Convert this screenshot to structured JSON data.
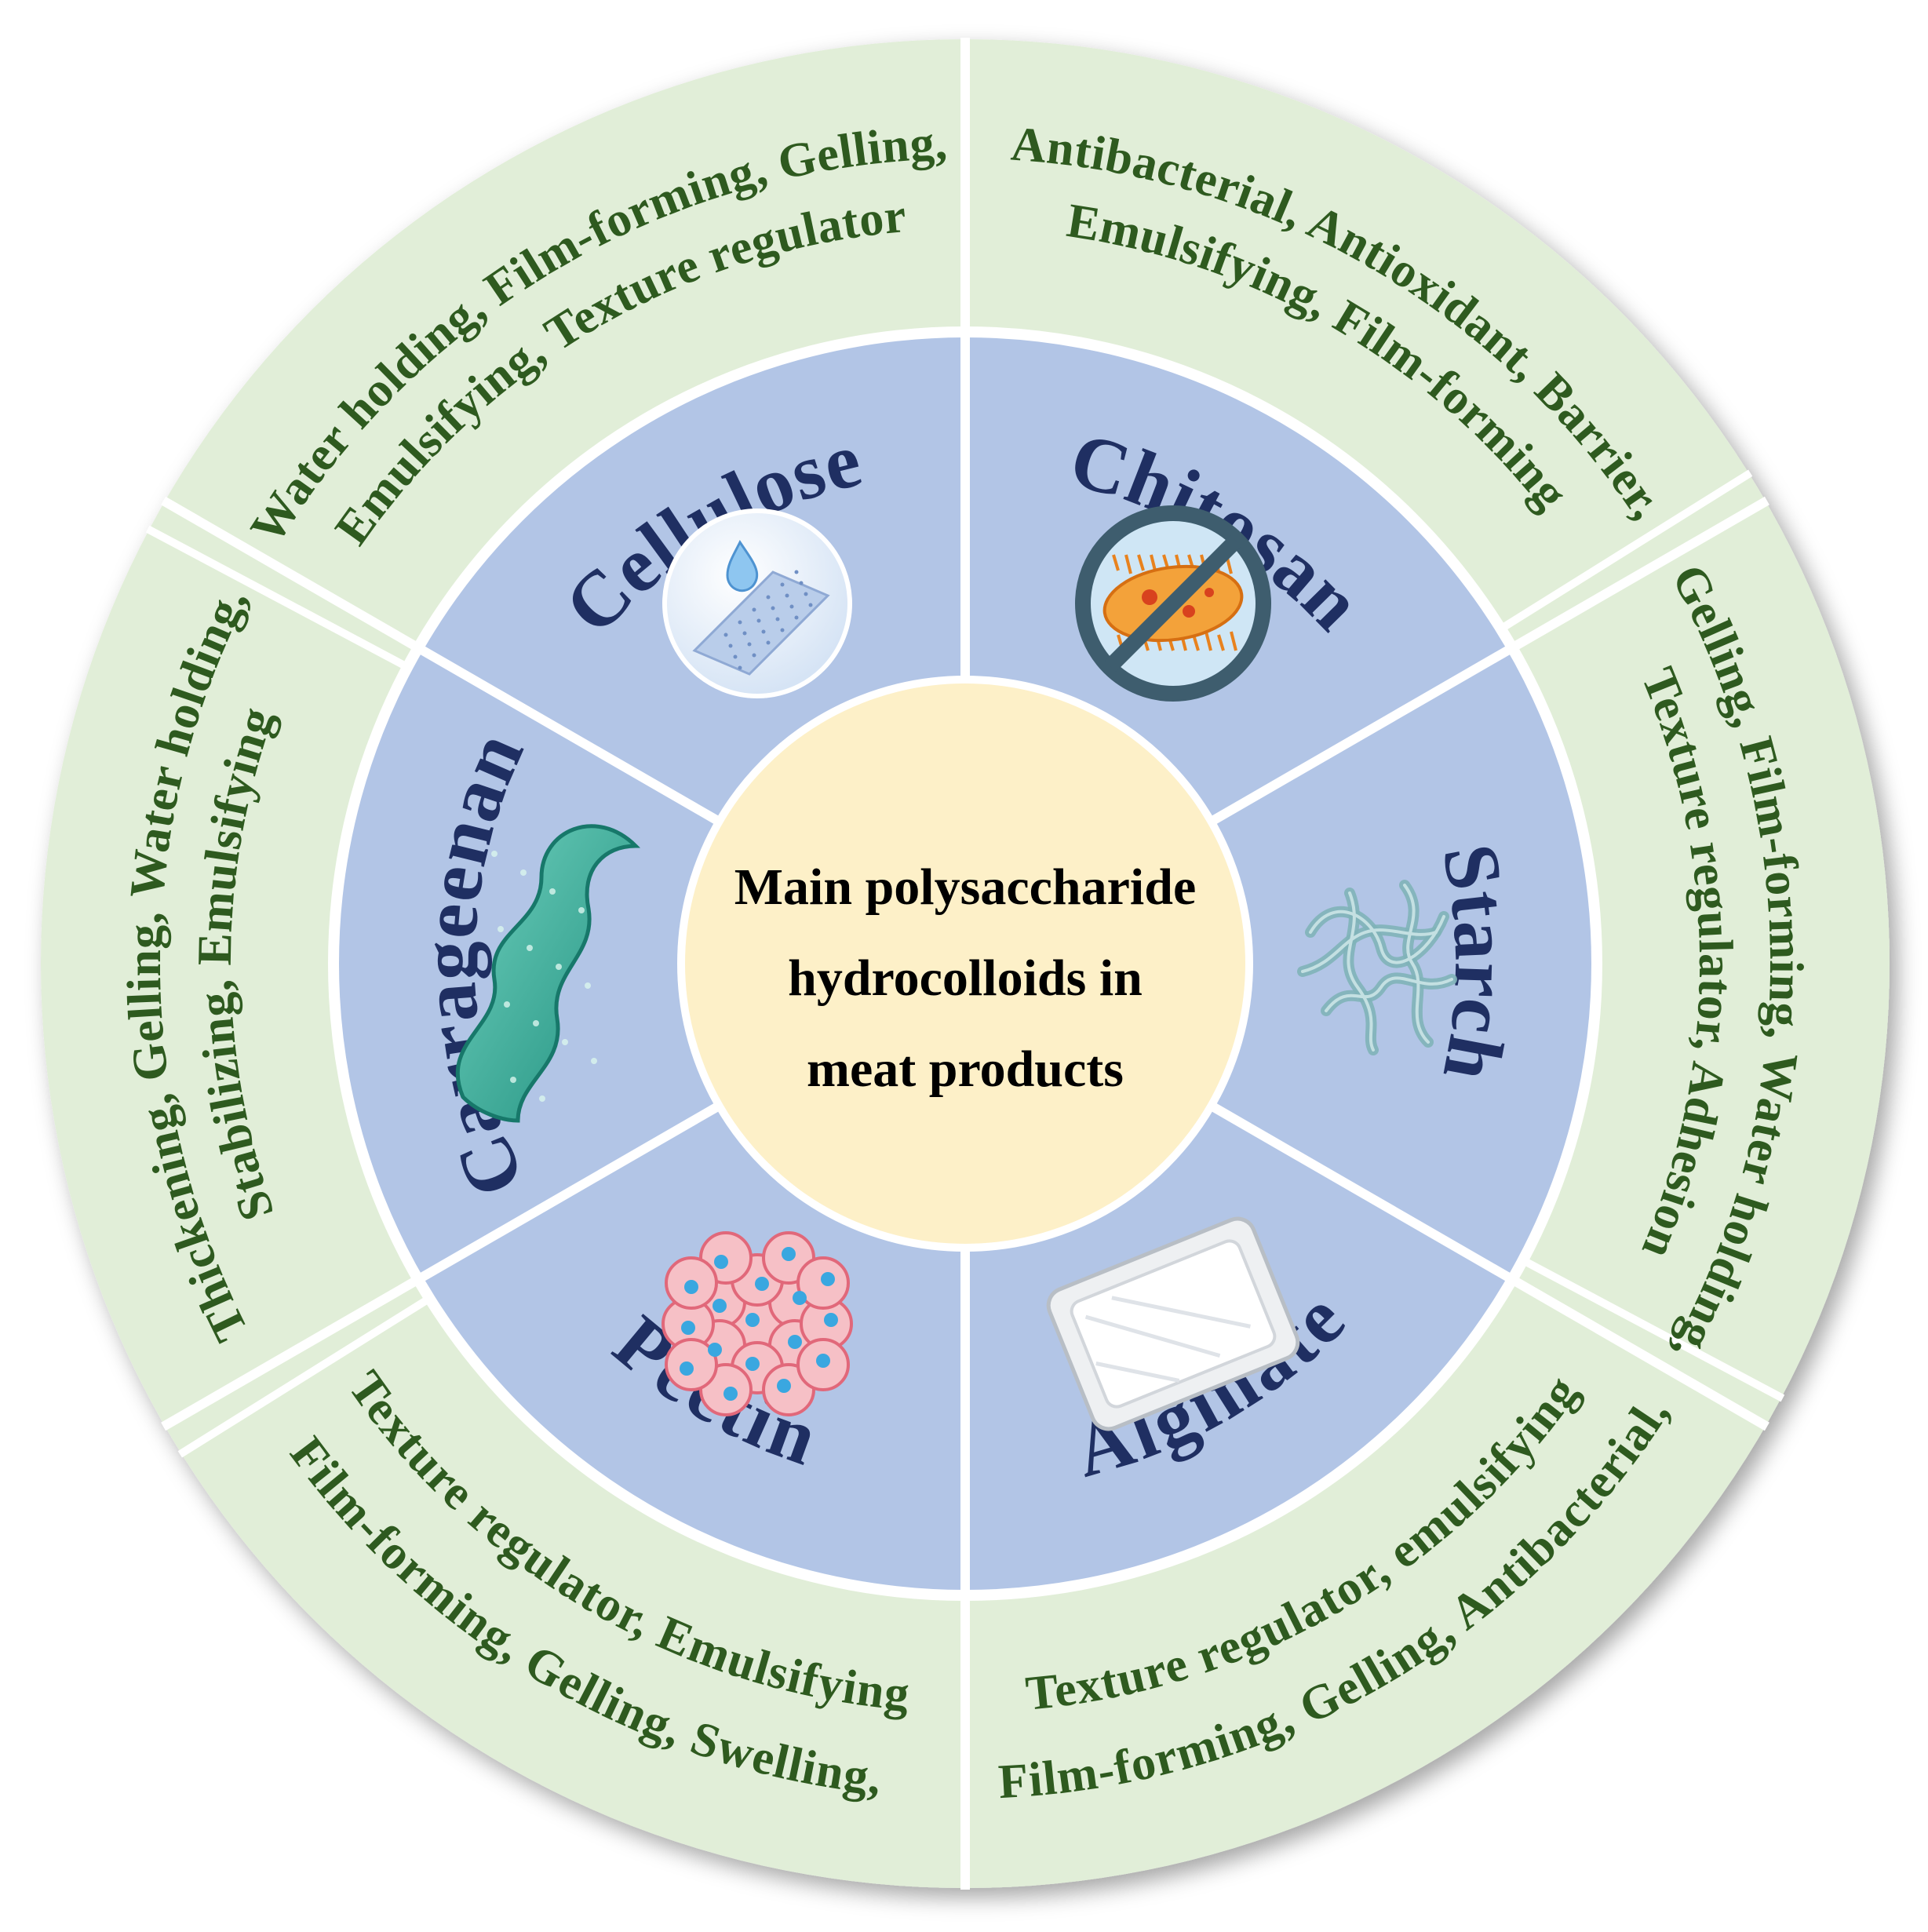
{
  "colors": {
    "outer_ring": "#e1eed8",
    "inner_ring": "#b2c5e6",
    "center": "#fdf0c8",
    "separator": "#ffffff",
    "name_text": "#1f2f62",
    "function_text": "#2e5a1f"
  },
  "center": {
    "lines": [
      "Main polysaccharide",
      "hydrocolloids in",
      "meat products"
    ]
  },
  "segments": [
    {
      "name": "Cellulose",
      "icon": "water-drop-absorbent-pad-icon",
      "functions": [
        "Water holding, Film-forming, Gelling,",
        "Emulsifying, Texture regulator"
      ]
    },
    {
      "name": "Chitosan",
      "icon": "no-bacteria-icon",
      "functions": [
        "Antibacterial, Antioxidant, Barrier,",
        "Emulsifying, Film-forming"
      ]
    },
    {
      "name": "Starch",
      "icon": "starch-granule-icon",
      "functions": [
        "Gelling, Film-forming, Water holding,",
        "Texture regulator, Adhesion"
      ]
    },
    {
      "name": "Alginate",
      "icon": "wrapped-tray-icon",
      "functions": [
        "Film-forming, Gelling, Antibacterial,",
        "Texture regulator, emulsifying"
      ]
    },
    {
      "name": "Pectin",
      "icon": "cell-cluster-icon",
      "functions": [
        "Film-forming, Gelling, Swelling,",
        "Texture regulator, Emulsifying"
      ]
    },
    {
      "name": "Carrageenan",
      "icon": "seaweed-gel-icon",
      "functions": [
        "Thickening, Gelling, Water holding,",
        "Stabilizing, Emulsifying"
      ]
    }
  ]
}
